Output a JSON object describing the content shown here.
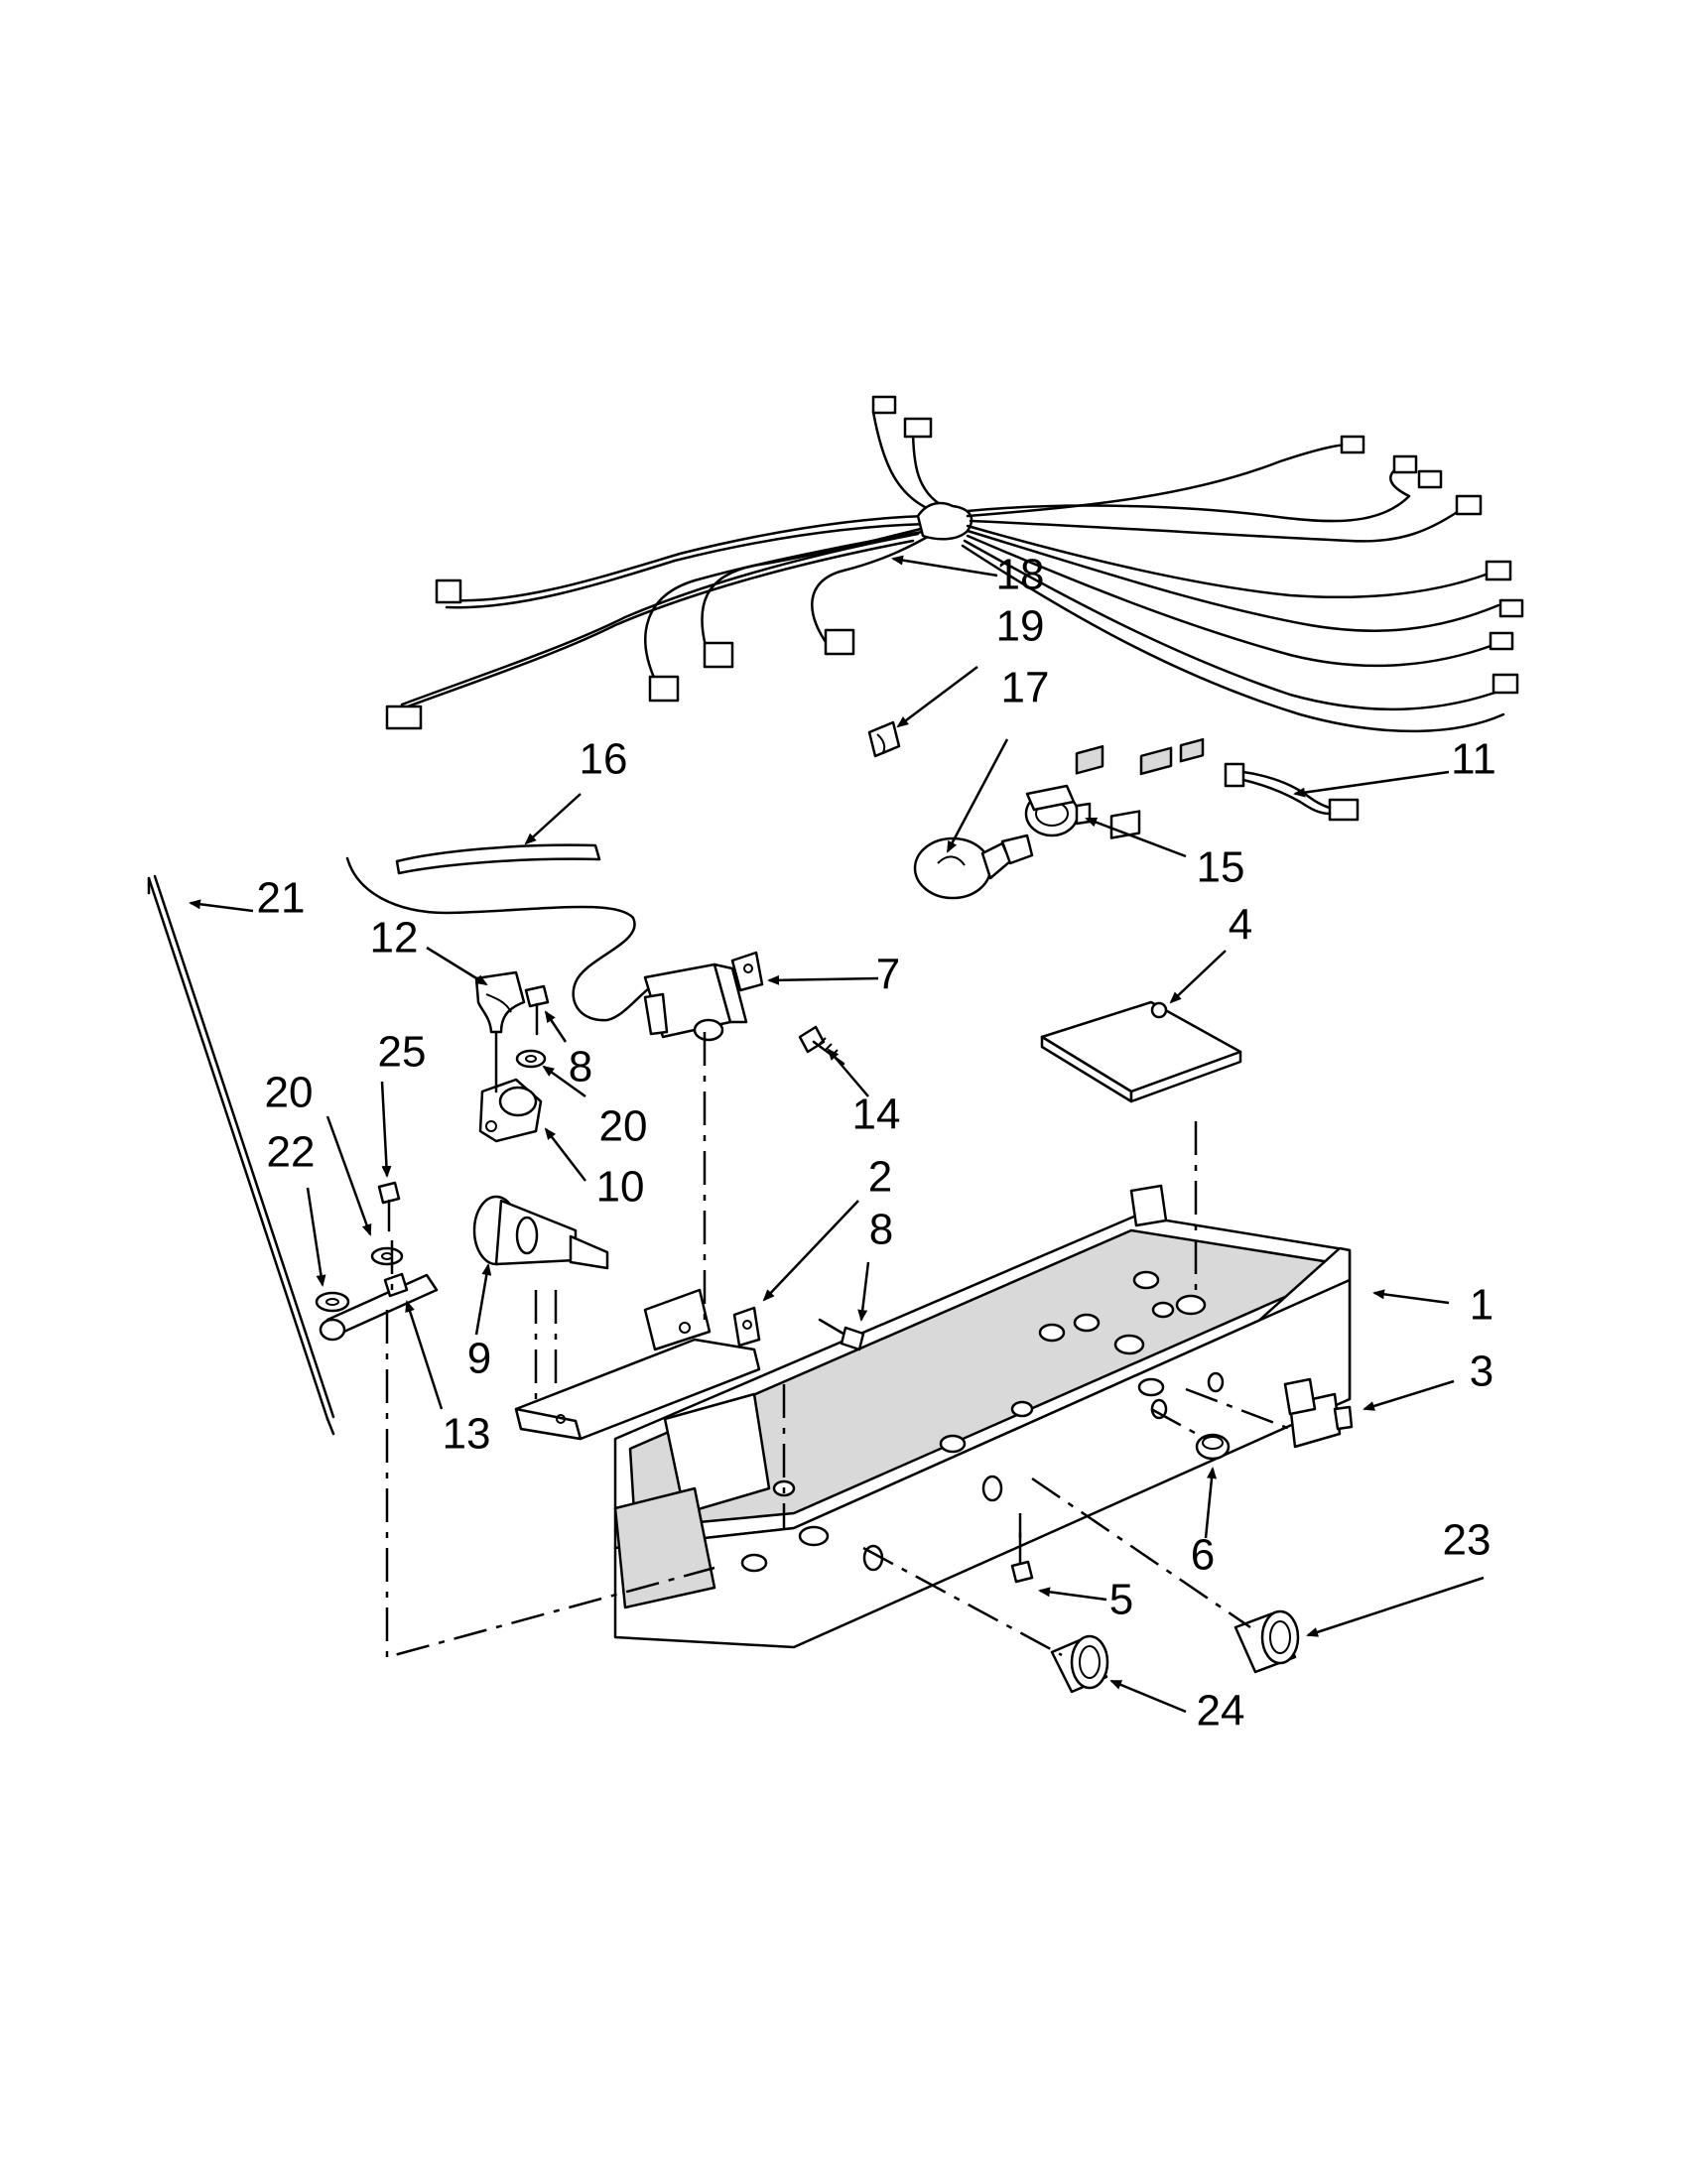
{
  "diagram": {
    "type": "exploded-parts-diagram",
    "callouts": [
      "1",
      "2",
      "3",
      "4",
      "5",
      "6",
      "7",
      "8",
      "8",
      "9",
      "10",
      "11",
      "12",
      "13",
      "14",
      "15",
      "16",
      "17",
      "18",
      "19",
      "20",
      "20",
      "21",
      "22",
      "23",
      "24",
      "25"
    ],
    "parts": [
      {
        "id": "1",
        "icon": "control-housing-icon"
      },
      {
        "id": "2",
        "icon": "mounting-bracket-icon"
      },
      {
        "id": "3",
        "icon": "door-switch-icon"
      },
      {
        "id": "4",
        "icon": "control-board-icon"
      },
      {
        "id": "5",
        "icon": "screw-icon"
      },
      {
        "id": "6",
        "icon": "button-icon"
      },
      {
        "id": "7",
        "icon": "thermostat-icon"
      },
      {
        "id": "8",
        "icon": "screw-icon"
      },
      {
        "id": "9",
        "icon": "control-knob-icon"
      },
      {
        "id": "10",
        "icon": "bracket-icon"
      },
      {
        "id": "11",
        "icon": "wire-jumper-icon"
      },
      {
        "id": "12",
        "icon": "clip-icon"
      },
      {
        "id": "13",
        "icon": "lever-icon"
      },
      {
        "id": "14",
        "icon": "screw-icon"
      },
      {
        "id": "15",
        "icon": "lamp-socket-icon"
      },
      {
        "id": "16",
        "icon": "capillary-tube-icon"
      },
      {
        "id": "17",
        "icon": "light-bulb-icon"
      },
      {
        "id": "18",
        "icon": "wire-harness-icon"
      },
      {
        "id": "19",
        "icon": "wire-clip-icon"
      },
      {
        "id": "20",
        "icon": "washer-icon"
      },
      {
        "id": "21",
        "icon": "rod-icon"
      },
      {
        "id": "22",
        "icon": "washer-icon"
      },
      {
        "id": "23",
        "icon": "knob-icon"
      },
      {
        "id": "24",
        "icon": "knob-icon"
      },
      {
        "id": "25",
        "icon": "screw-icon"
      }
    ]
  }
}
